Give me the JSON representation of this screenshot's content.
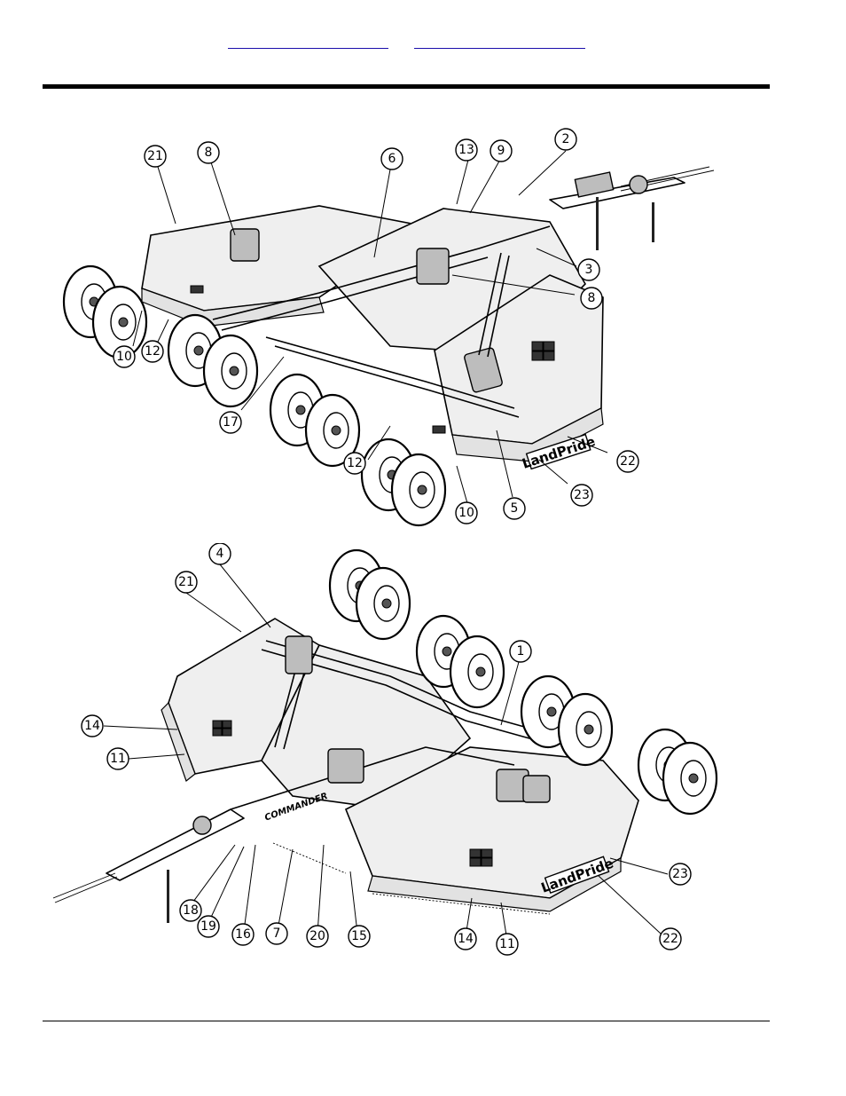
{
  "header": {
    "link_left": "",
    "link_right": ""
  },
  "figure_top": {
    "callouts": [
      {
        "id": "ct-21",
        "label": "21"
      },
      {
        "id": "ct-8a",
        "label": "8"
      },
      {
        "id": "ct-6",
        "label": "6"
      },
      {
        "id": "ct-13",
        "label": "13"
      },
      {
        "id": "ct-9",
        "label": "9"
      },
      {
        "id": "ct-2",
        "label": "2"
      },
      {
        "id": "ct-3",
        "label": "3"
      },
      {
        "id": "ct-8b",
        "label": "8"
      },
      {
        "id": "ct-10a",
        "label": "10"
      },
      {
        "id": "ct-12a",
        "label": "12"
      },
      {
        "id": "ct-17",
        "label": "17"
      },
      {
        "id": "ct-12b",
        "label": "12"
      },
      {
        "id": "ct-10b",
        "label": "10"
      },
      {
        "id": "ct-5",
        "label": "5"
      },
      {
        "id": "ct-23",
        "label": "23"
      },
      {
        "id": "ct-22",
        "label": "22"
      }
    ],
    "brand_decal": "LandPride"
  },
  "figure_bottom": {
    "callouts": [
      {
        "id": "cb-4",
        "label": "4"
      },
      {
        "id": "cb-21",
        "label": "21"
      },
      {
        "id": "cb-1",
        "label": "1"
      },
      {
        "id": "cb-14a",
        "label": "14"
      },
      {
        "id": "cb-11a",
        "label": "11"
      },
      {
        "id": "cb-23",
        "label": "23"
      },
      {
        "id": "cb-22",
        "label": "22"
      },
      {
        "id": "cb-18",
        "label": "18"
      },
      {
        "id": "cb-19",
        "label": "19"
      },
      {
        "id": "cb-16",
        "label": "16"
      },
      {
        "id": "cb-7",
        "label": "7"
      },
      {
        "id": "cb-20",
        "label": "20"
      },
      {
        "id": "cb-15",
        "label": "15"
      },
      {
        "id": "cb-14b",
        "label": "14"
      },
      {
        "id": "cb-11b",
        "label": "11"
      }
    ],
    "brand_decal": "LandPride",
    "model_decal": "COMMANDER"
  }
}
